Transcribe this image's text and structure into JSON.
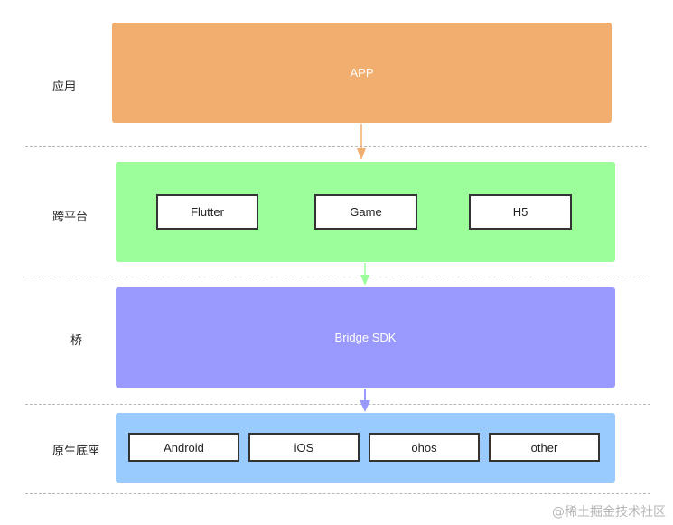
{
  "layers": [
    {
      "label": "应用",
      "box_text": "APP",
      "color": "#f2ae6e"
    },
    {
      "label": "跨平台",
      "box_text": "",
      "color": "#9bfe9b",
      "items": [
        "Flutter",
        "Game",
        "H5"
      ]
    },
    {
      "label": "桥",
      "box_text": "Bridge SDK",
      "color": "#9a99fe"
    },
    {
      "label": "原生底座",
      "box_text": "",
      "color": "#9acbfe",
      "items": [
        "Android",
        "iOS",
        "ohos",
        "other"
      ]
    }
  ],
  "arrow_colors": [
    "#f2ae6e",
    "#9bfe9b",
    "#9a99fe"
  ],
  "divider_color": "#b8b8b8",
  "watermark": "@稀土掘金技术社区"
}
